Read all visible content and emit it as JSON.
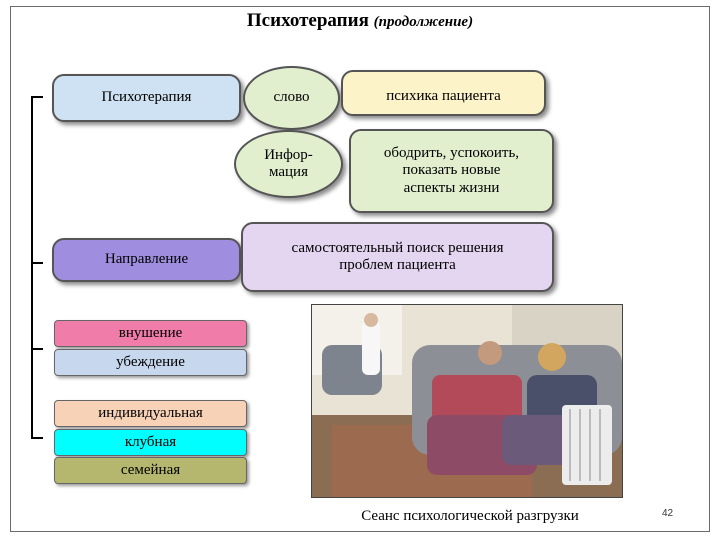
{
  "title": {
    "main": "Психотерапия",
    "sub": "(продолжение)"
  },
  "diagram": {
    "psychotherapy": "Психотерапия",
    "word": "слово",
    "patient_psyche": "психика пациента",
    "information": "Инфор-\nмация",
    "encourage": "ободрить, успокоить,\nпоказать новые\nаспекты жизни",
    "direction": "Направление",
    "independent_search": "самостоятельный поиск решения\nпроблем пациента",
    "methods": [
      "внушение",
      "убеждение"
    ],
    "forms": [
      "индивидуальная",
      "клубная",
      "семейная"
    ]
  },
  "photo": {
    "caption": "Сеанс психологической разгрузки"
  },
  "page_number": "42",
  "colors": {
    "blue_box": "#cfe2f3",
    "green_box": "#e2efcf",
    "yellow_box": "#fdf3c9",
    "purple_box": "#9f8ee0",
    "lilac_box": "#e4d5f0",
    "pink_bar": "#f07ca9",
    "lightblue_bar": "#c6d7ee",
    "peach_bar": "#f8d2b7",
    "cyan_bar": "#00ffff",
    "olive_bar": "#b5b76e"
  }
}
